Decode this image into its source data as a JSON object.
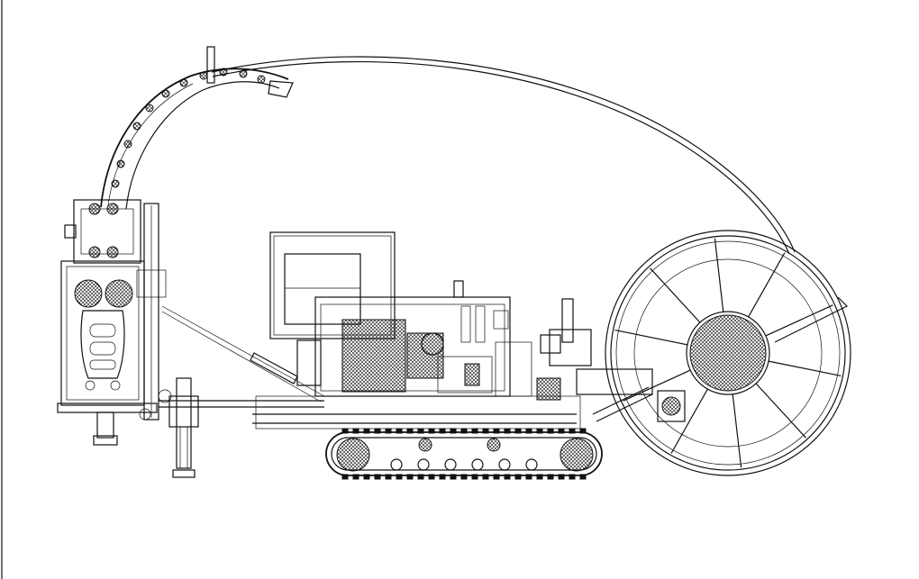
{
  "colors": {
    "ink": "#111111",
    "background": "#ffffff"
  },
  "drawing": {
    "main_parts": [
      "injector-head",
      "gooseneck-arch",
      "control-cabin",
      "engine-pack",
      "crawler-track",
      "hose-reel",
      "outrigger-jack"
    ]
  }
}
